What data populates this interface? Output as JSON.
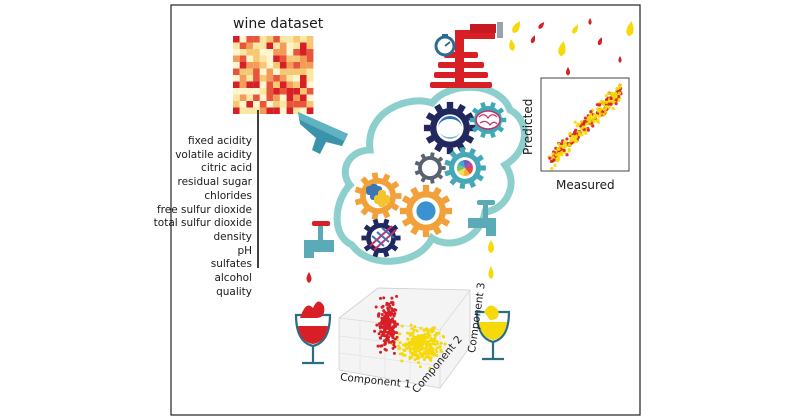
{
  "figure": {
    "dataset_title": "wine dataset",
    "features": [
      "fixed acidity",
      "volatile acidity",
      "citric acid",
      "residual sugar",
      "chlorides",
      "free sulfur dioxide",
      "total sulfur dioxide",
      "density",
      "pH",
      "sulfates",
      "alcohol",
      "quality"
    ],
    "regression_plot": {
      "ylabel": "Predicted",
      "xlabel": "Measured"
    },
    "pca_plot": {
      "axis1": "Component 1",
      "axis2": "Component 2",
      "axis3": "Component 3"
    },
    "colors": {
      "red_wine": "#d81f26",
      "white_wine": "#f5d90a",
      "gear_ring": "#7ec8c6",
      "navy": "#20285e",
      "orange": "#f2a03a",
      "teal": "#46a8b7"
    },
    "icons": [
      "heatmap-icon",
      "funnel-icon",
      "faucet-icon",
      "tap-icon",
      "gauge-icon",
      "gear-icon",
      "python-logo-icon",
      "dna-icon",
      "brain-icon",
      "wine-glass-icon",
      "droplet-icon"
    ]
  }
}
